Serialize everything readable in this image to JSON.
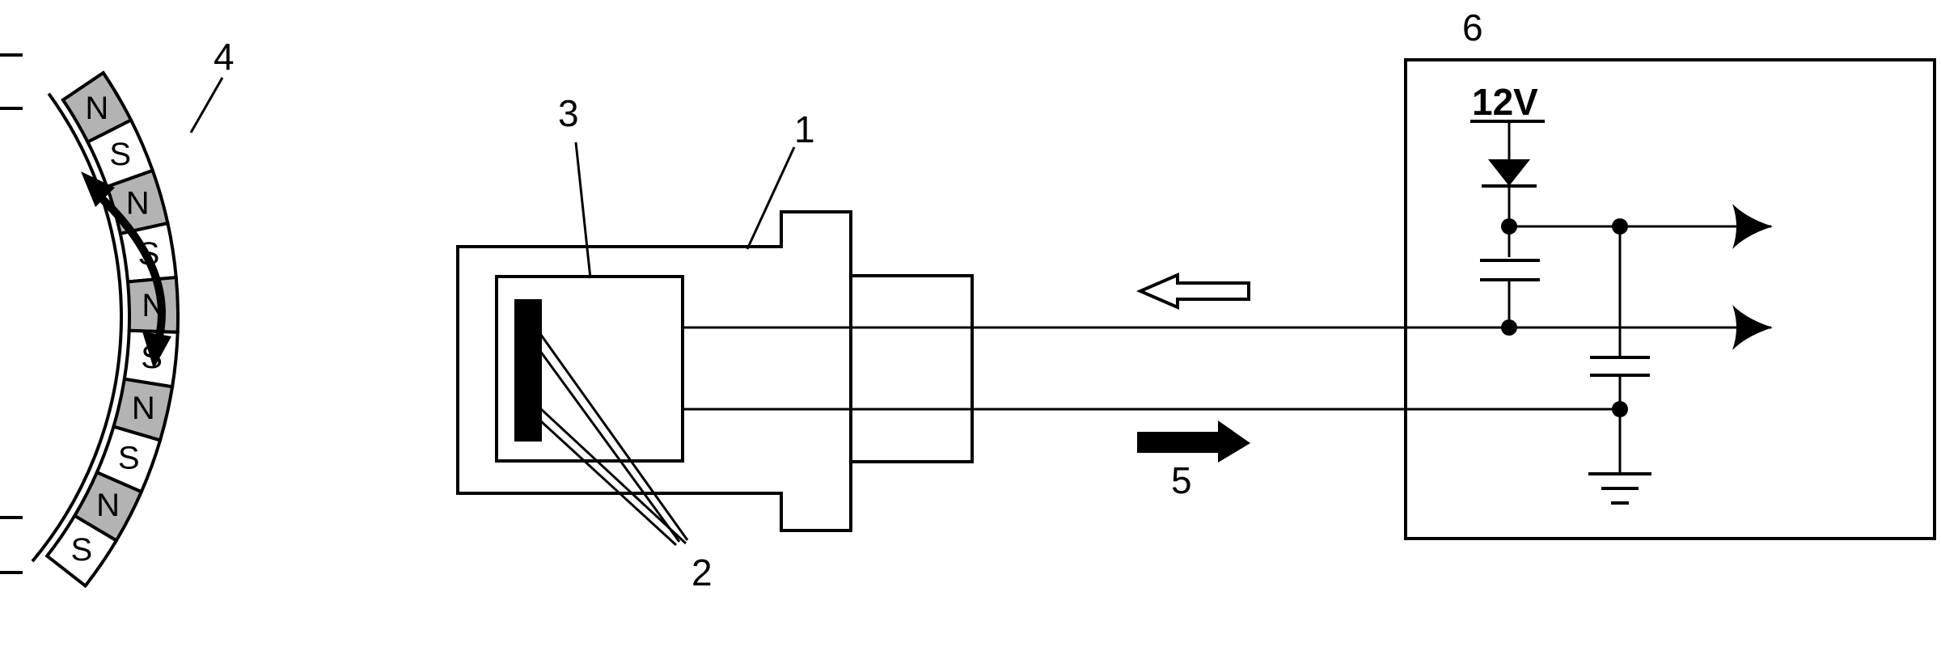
{
  "labels": {
    "housing": "1",
    "hall_elements": "2",
    "sensor_chip": "3",
    "magnetic_ring": "4",
    "signal_direction": "5",
    "control_unit": "6"
  },
  "supply_voltage": "12V",
  "magnet_ring": {
    "segments": [
      "N",
      "S",
      "N",
      "S",
      "N",
      "S",
      "N",
      "S",
      "N",
      "S"
    ],
    "fill_n": "#b3b3b3",
    "fill_s": "#ffffff"
  },
  "colors": {
    "line": "#000000",
    "background": "#ffffff"
  }
}
